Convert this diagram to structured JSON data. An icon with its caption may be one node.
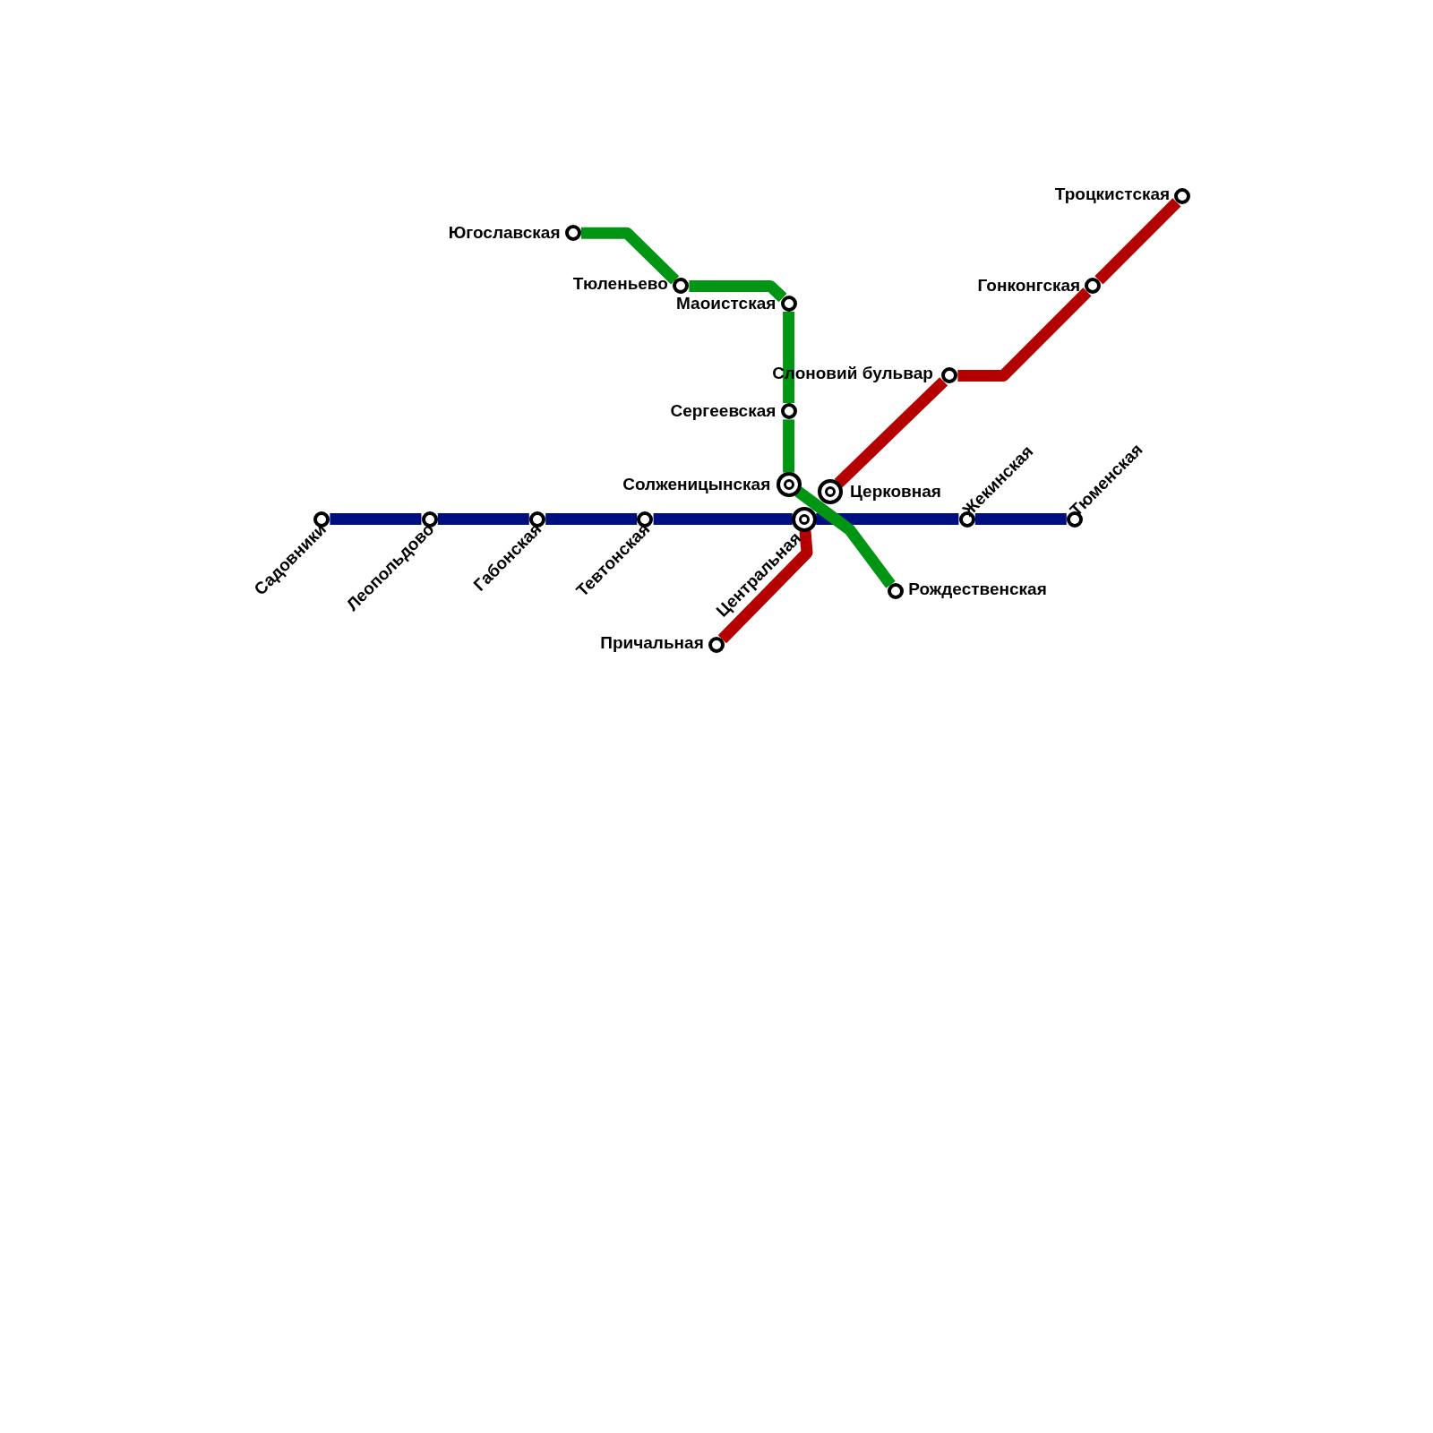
{
  "diagram": {
    "nodes": [
      {
        "text": [],
        "shape": "circle",
        "beside": [
          "Югославская"
        ]
      },
      {
        "text": [],
        "shape": "circle",
        "beside": [
          "Тюленьево"
        ]
      },
      {
        "text": [],
        "shape": "circle",
        "beside": [
          "Маоистская"
        ]
      },
      {
        "text": [],
        "shape": "circle",
        "beside": [
          "Сергеевская"
        ]
      },
      {
        "text": [],
        "shape": "circle",
        "beside": [
          "Троцкистская"
        ]
      },
      {
        "text": [],
        "shape": "circle",
        "beside": [
          "Гонконгская"
        ]
      },
      {
        "text": [],
        "shape": "circle",
        "beside": [
          "Слоновий бульвар"
        ]
      },
      {
        "text": [],
        "shape": "circle",
        "beside": [
          "Солженицынская"
        ]
      },
      {
        "text": [],
        "shape": "circle",
        "beside": [
          "Церковная"
        ]
      },
      {
        "text": [],
        "shape": "circle",
        "beside": [
          "Жекинская"
        ]
      },
      {
        "text": [],
        "shape": "circle",
        "beside": [
          "Тюменская"
        ]
      },
      {
        "text": [],
        "shape": "circle",
        "beside": [
          "Садовники"
        ]
      },
      {
        "text": [],
        "shape": "circle",
        "beside": [
          "Леопольдово"
        ]
      },
      {
        "text": [],
        "shape": "circle",
        "beside": [
          "Габонская"
        ]
      },
      {
        "text": [],
        "shape": "circle",
        "beside": [
          "Тевтонская"
        ]
      },
      {
        "text": [],
        "shape": "circle",
        "beside": [
          "Центральная"
        ]
      },
      {
        "text": [],
        "shape": "circle",
        "beside": [
          "Рождественская"
        ]
      },
      {
        "text": [],
        "shape": "circle",
        "beside": [
          "Причальная"
        ]
      }
    ],
    "edges": [
      {
        "from": 11,
        "to": 12,
        "arrow": "none",
        "color": "#000f80"
      },
      {
        "from": 12,
        "to": 13,
        "arrow": "none",
        "color": "#000f80"
      },
      {
        "from": 13,
        "to": 14,
        "arrow": "none",
        "color": "#000f80"
      },
      {
        "from": 14,
        "to": 15,
        "arrow": "none",
        "color": "#000f80"
      },
      {
        "from": 15,
        "to": 9,
        "arrow": "none",
        "color": "#000f80"
      },
      {
        "from": 9,
        "to": 10,
        "arrow": "none",
        "color": "#000f80"
      },
      {
        "from": 0,
        "to": 1,
        "arrow": "none",
        "color": "#009512"
      },
      {
        "from": 1,
        "to": 2,
        "arrow": "none",
        "color": "#009512"
      },
      {
        "from": 2,
        "to": 3,
        "arrow": "none",
        "color": "#009512"
      },
      {
        "from": 3,
        "to": 7,
        "arrow": "none",
        "color": "#009512"
      },
      {
        "from": 7,
        "to": 16,
        "arrow": "none",
        "color": "#009512"
      },
      {
        "from": 17,
        "to": 15,
        "arrow": "none",
        "color": "#b50000"
      },
      {
        "from": 8,
        "to": 6,
        "arrow": "none",
        "color": "#b50000"
      },
      {
        "from": 6,
        "to": 5,
        "arrow": "none",
        "color": "#b50000"
      },
      {
        "from": 5,
        "to": 4,
        "arrow": "none",
        "color": "#b50000"
      }
    ]
  }
}
